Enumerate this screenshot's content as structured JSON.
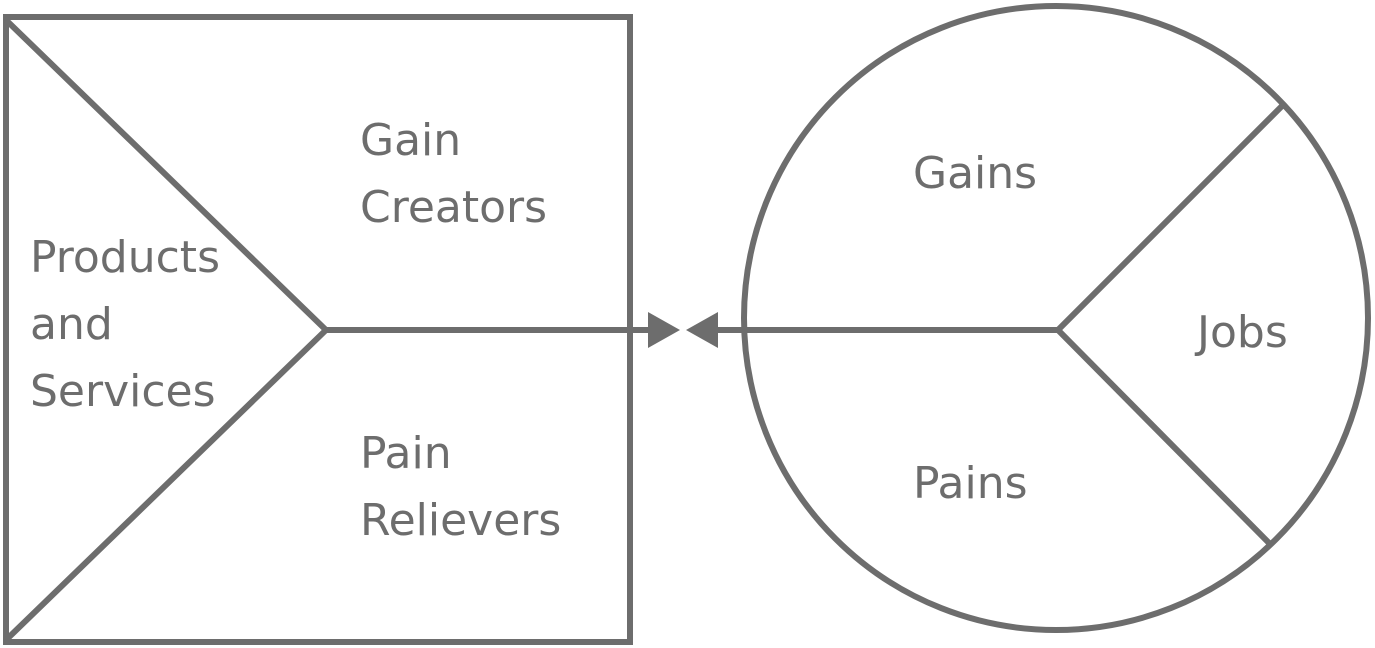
{
  "value_map": {
    "gain_creators": [
      "Gain",
      "Creators"
    ],
    "products_and_services": [
      "Products",
      "and",
      "Services"
    ],
    "pain_relievers": [
      "Pain",
      "Relievers"
    ]
  },
  "customer_profile": {
    "gains": "Gains",
    "jobs": "Jobs",
    "pains": "Pains"
  },
  "colors": {
    "stroke": "#6d6d6d",
    "text": "#6d6d6d",
    "background": "#ffffff"
  }
}
